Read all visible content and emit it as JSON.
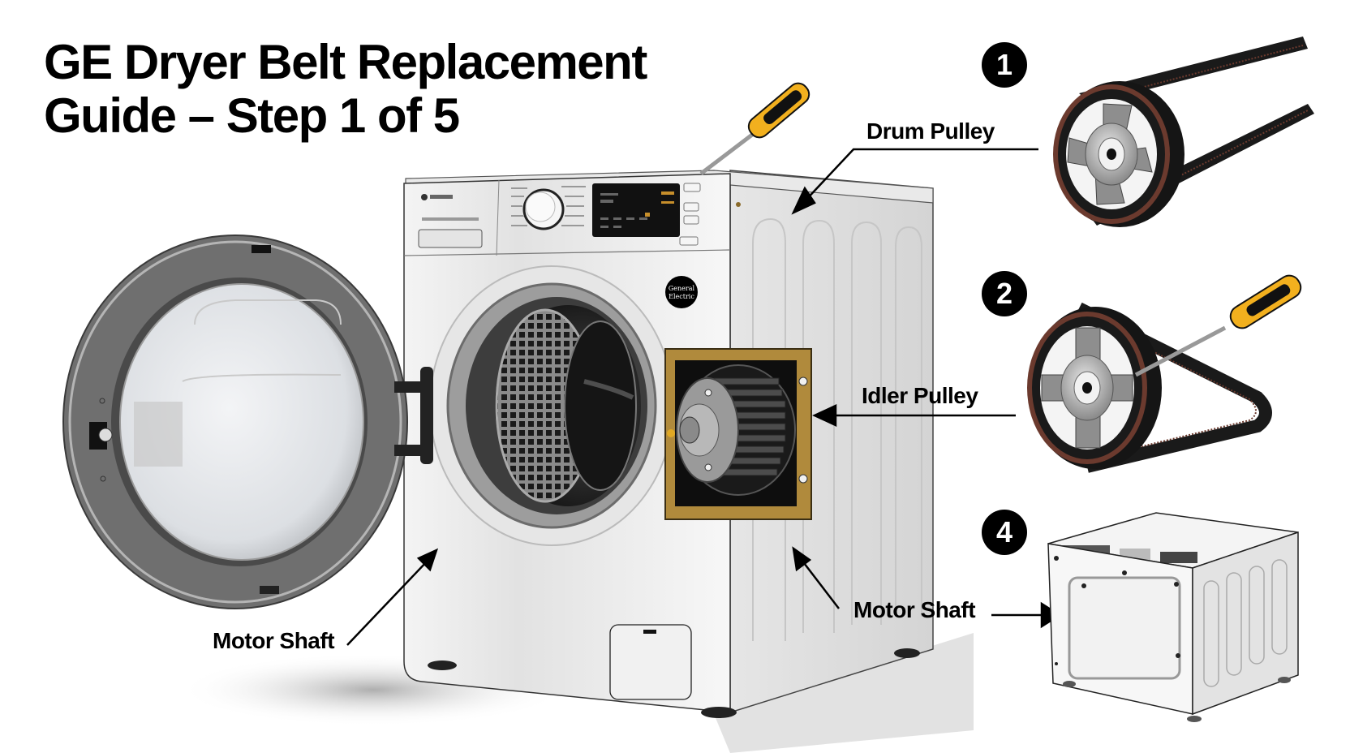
{
  "title": {
    "line1": "GE Dryer Belt Replacement",
    "line2": "Guide – Step 1 of 5"
  },
  "callouts": {
    "drum_pulley": "Drum Pulley",
    "idler_pulley": "Idler Pulley",
    "motor_shaft_left": "Motor Shaft",
    "motor_shaft_right": "Motor Shaft"
  },
  "steps": [
    {
      "number": "1",
      "depicts": "belt-around-drum-pulley"
    },
    {
      "number": "2",
      "depicts": "screwdriver-on-idler-pulley-with-belt"
    },
    {
      "number": "4",
      "depicts": "dryer-cabinet-rear-panel"
    }
  ],
  "appliance": {
    "logo_badge": "General Electric",
    "door_state": "open",
    "side_panel": "cutaway-showing-motor"
  },
  "colors": {
    "text": "#000000",
    "badge_bg": "#000000",
    "badge_text": "#ffffff",
    "belt": "#1a1a1a",
    "belt_teeth": "#6b3a2e",
    "pulley": "#8e8e8e",
    "screwdriver_handle": "#f2b01e",
    "cabinet": "#f2f2f2",
    "door_ring": "#6e6e6e",
    "motor_bracket": "#b08a3c"
  }
}
